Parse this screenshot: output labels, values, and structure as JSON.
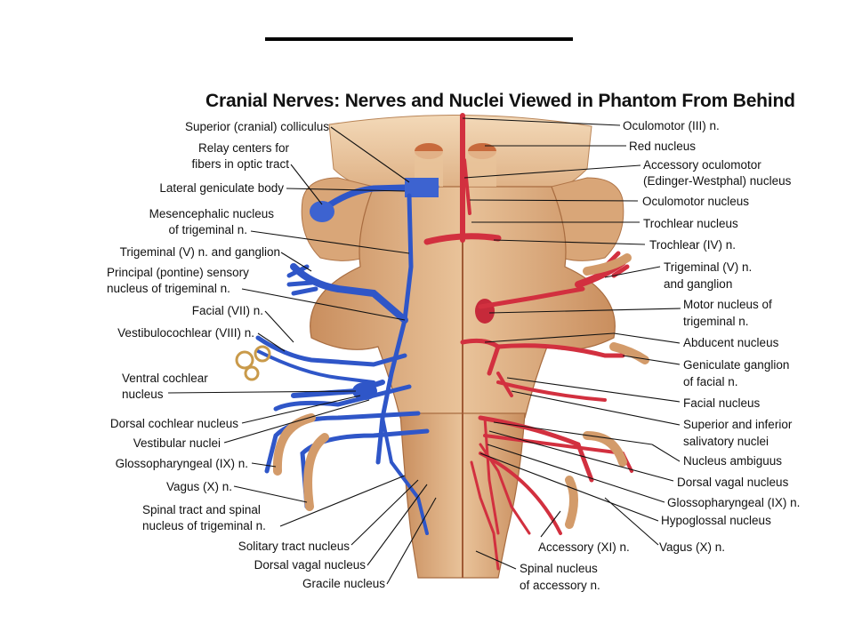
{
  "title": "Cranial Nerves: Nerves and Nuclei Viewed in Phantom From Behind",
  "colors": {
    "tissue": "#e2b588",
    "tissue_dark": "#b97a4f",
    "motor": "#d2303f",
    "sensory": "#2f56c8"
  },
  "labels_left": {
    "superior_colliculus": "Superior (cranial) colliculus",
    "relay_centers_1": "Relay centers for",
    "relay_centers_2": "fibers in optic tract",
    "lateral_geniculate": "Lateral geniculate body",
    "mesencephalic_1": "Mesencephalic nucleus",
    "mesencephalic_2": "of trigeminal n.",
    "trigeminal_ganglion": "Trigeminal (V) n. and ganglion",
    "principal_1": "Principal (pontine) sensory",
    "principal_2": "nucleus of trigeminal n.",
    "facial": "Facial (VII) n.",
    "vestibulocochlear": "Vestibulocochlear (VIII) n.",
    "ventral_cochlear_1": "Ventral cochlear",
    "ventral_cochlear_2": "nucleus",
    "dorsal_cochlear": "Dorsal cochlear nucleus",
    "vestibular_nuclei": "Vestibular nuclei",
    "glossopharyngeal": "Glossopharyngeal (IX) n.",
    "vagus": "Vagus (X) n.",
    "spinal_tract_1": "Spinal tract and spinal",
    "spinal_tract_2": "nucleus of trigeminal n.",
    "solitary_tract": "Solitary tract nucleus",
    "dorsal_vagal": "Dorsal vagal nucleus",
    "gracile": "Gracile nucleus"
  },
  "labels_right": {
    "oculomotor": "Oculomotor (III) n.",
    "red_nucleus": "Red nucleus",
    "accessory_oculomotor_1": "Accessory oculomotor",
    "accessory_oculomotor_2": "(Edinger-Westphal) nucleus",
    "oculomotor_nucleus": "Oculomotor nucleus",
    "trochlear_nucleus": "Trochlear nucleus",
    "trochlear_n": "Trochlear (IV) n.",
    "trigeminal_1": "Trigeminal (V) n.",
    "trigeminal_2": "and ganglion",
    "motor_nucleus_1": "Motor nucleus of",
    "motor_nucleus_2": "trigeminal n.",
    "abducent": "Abducent nucleus",
    "geniculate_1": "Geniculate ganglion",
    "geniculate_2": "of facial n.",
    "facial_nucleus": "Facial nucleus",
    "salivatory_1": "Superior and inferior",
    "salivatory_2": "salivatory nuclei",
    "ambiguus": "Nucleus ambiguus",
    "dorsal_vagal": "Dorsal vagal nucleus",
    "glossopharyngeal": "Glossopharyngeal (IX) n.",
    "hypoglossal": "Hypoglossal nucleus",
    "vagus": "Vagus (X) n.",
    "accessory": "Accessory (XI) n.",
    "spinal_accessory_1": "Spinal nucleus",
    "spinal_accessory_2": "of accessory n."
  }
}
